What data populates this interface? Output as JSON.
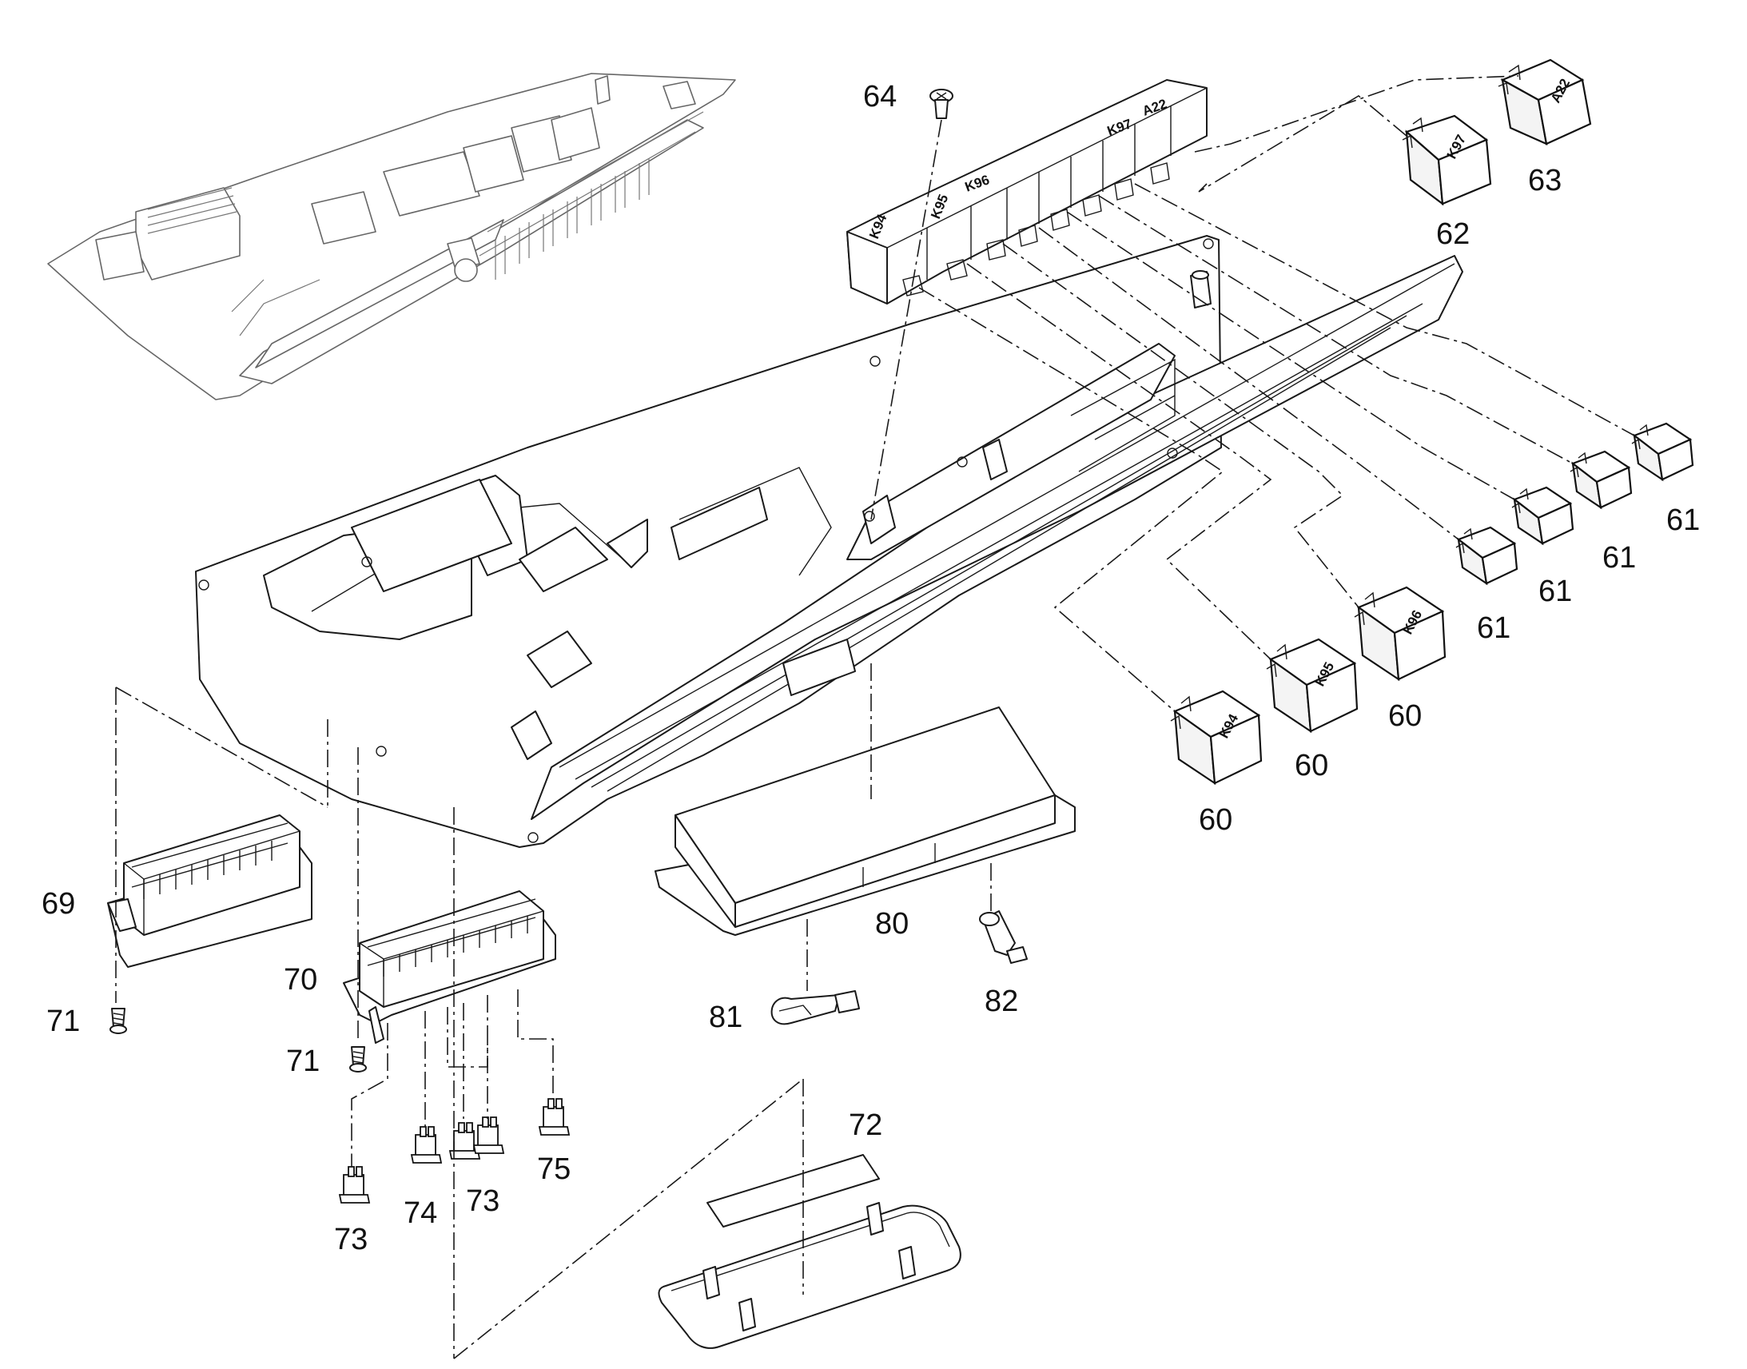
{
  "callouts": {
    "c60a": "60",
    "c60b": "60",
    "c60c": "60",
    "c61a": "61",
    "c61b": "61",
    "c61c": "61",
    "c61d": "61",
    "c62": "62",
    "c63": "63",
    "c64": "64",
    "c69": "69",
    "c70": "70",
    "c71a": "71",
    "c71b": "71",
    "c72": "72",
    "c73a": "73",
    "c73b": "73",
    "c74": "74",
    "c75": "75",
    "c80": "80",
    "c81": "81",
    "c82": "82"
  },
  "relay_labels": {
    "k94": "K94",
    "k95": "K95",
    "k96": "K96",
    "k97": "K97",
    "a22": "A22"
  }
}
